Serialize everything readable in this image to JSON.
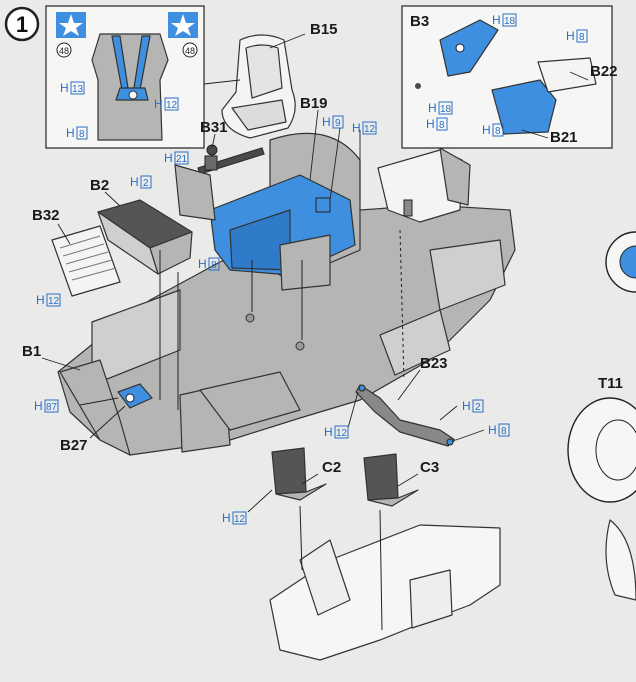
{
  "step": {
    "number": "1"
  },
  "labels": {
    "B15": "B15",
    "B19": "B19",
    "B31": "B31",
    "B2": "B2",
    "B32": "B32",
    "B1": "B1",
    "B27": "B27",
    "B23": "B23",
    "C2": "C2",
    "C3": "C3",
    "B3": "B3",
    "B22": "B22",
    "B21": "B21",
    "T11": "T11"
  },
  "markers": {
    "m48": "48"
  },
  "hardware": {
    "prefix": "H",
    "h13": "13",
    "h12": "12",
    "h8": "8",
    "h21": "21",
    "h9": "9",
    "h2": "2",
    "h87": "87",
    "h18": "18"
  },
  "colors": {
    "accent": "#3f8fe0",
    "hardware": "#2a6fc7",
    "part": "#b5b5b3"
  }
}
